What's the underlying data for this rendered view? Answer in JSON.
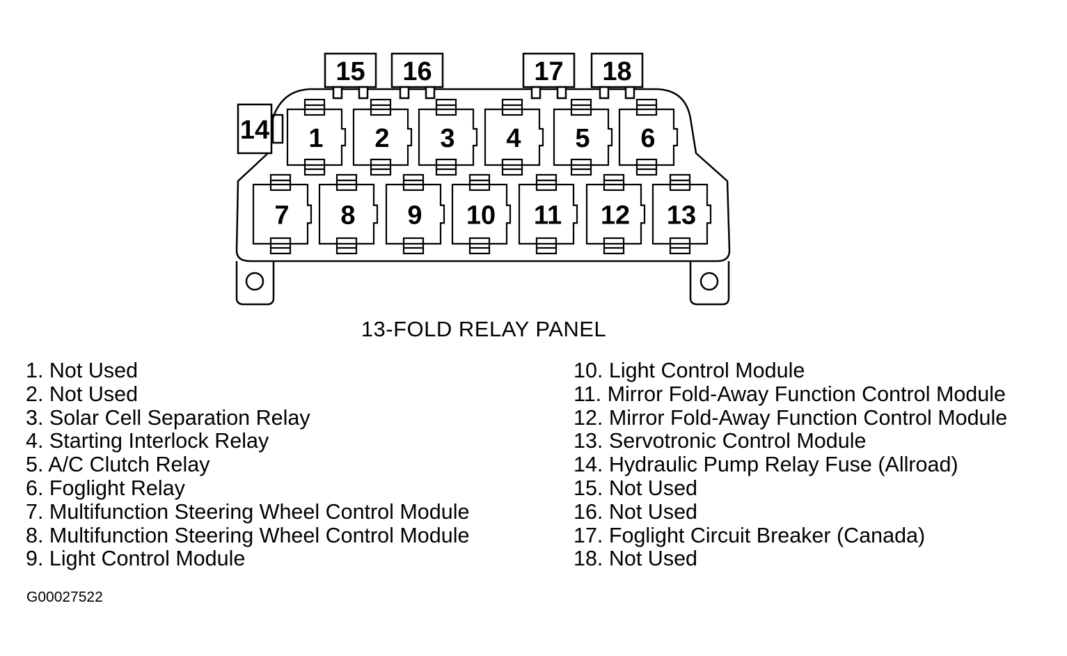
{
  "diagram": {
    "title": "13-FOLD RELAY PANEL",
    "figure_code": "G00027522",
    "slot_labels": {
      "r1": "1",
      "r2": "2",
      "r3": "3",
      "r4": "4",
      "r5": "5",
      "r6": "6",
      "r7": "7",
      "r8": "8",
      "r9": "9",
      "r10": "10",
      "r11": "11",
      "r12": "12",
      "r13": "13",
      "f14": "14",
      "f15": "15",
      "f16": "16",
      "f17": "17",
      "f18": "18"
    }
  },
  "legend": {
    "left": [
      "1. Not Used",
      "2. Not Used",
      "3. Solar Cell Separation Relay",
      "4. Starting Interlock Relay",
      "5. A/C Clutch Relay",
      "6. Foglight Relay",
      "7. Multifunction Steering Wheel Control Module",
      "8. Multifunction Steering Wheel Control Module",
      "9. Light Control Module"
    ],
    "right": [
      "10. Light Control Module",
      "11. Mirror Fold-Away Function Control Module",
      "12. Mirror Fold-Away Function Control Module",
      "13. Servotronic Control Module",
      "14. Hydraulic Pump Relay Fuse (Allroad)",
      "15. Not Used",
      "16. Not Used",
      "17. Foglight Circuit Breaker (Canada)",
      "18. Not Used"
    ]
  }
}
